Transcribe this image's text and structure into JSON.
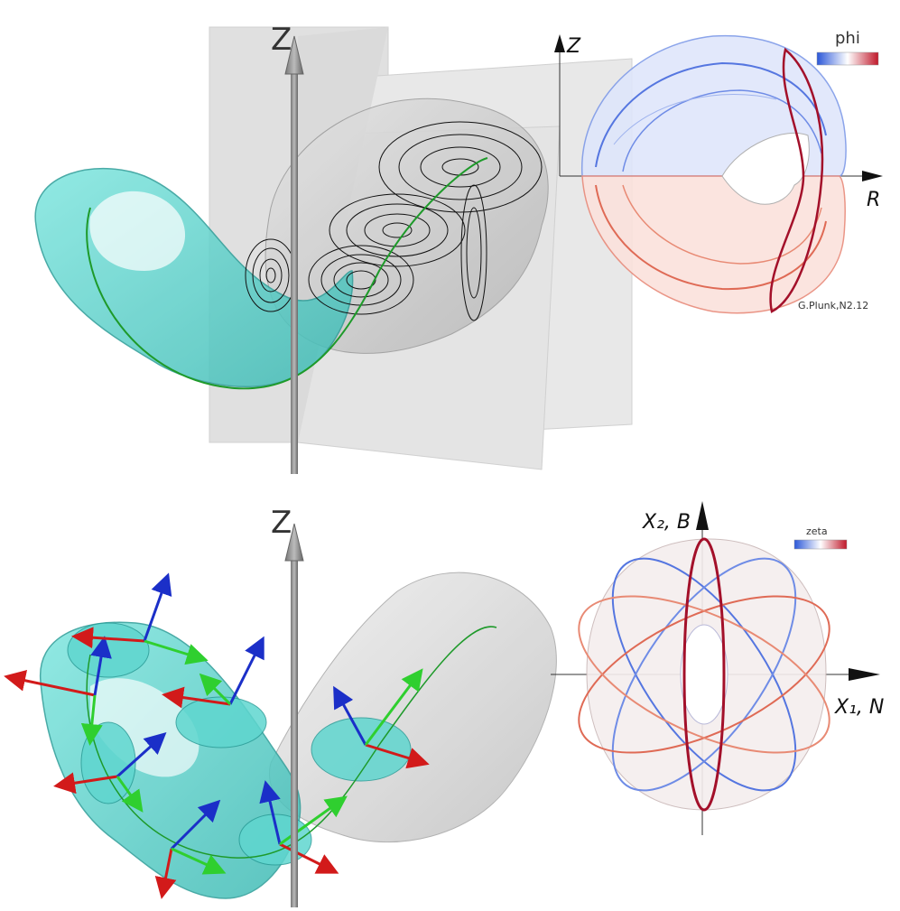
{
  "top": {
    "z_axis_label": "Z",
    "inset_axis_z": "Z",
    "inset_axis_r": "R",
    "colorbar_label": "phi",
    "colorbar_colors": [
      "#2b57d8",
      "#ffffff",
      "#c0182a"
    ],
    "credit": "G.Plunk,N2.12"
  },
  "bottom": {
    "z_axis_label": "Z",
    "inset_axis_y": "X₂, B",
    "inset_axis_x": "X₁, N",
    "colorbar_label": "zeta",
    "colorbar_colors": [
      "#2b57d8",
      "#ffffff",
      "#c0182a"
    ]
  },
  "colors": {
    "tube": "#5fd6cf",
    "tube_edge": "#2a9c97",
    "gray_surface": "#c9c9c9",
    "field_line": "#1e9a2a",
    "arrow_red": "#d21a1a",
    "arrow_green": "#2fcf2f",
    "arrow_blue": "#1b2fc8"
  }
}
